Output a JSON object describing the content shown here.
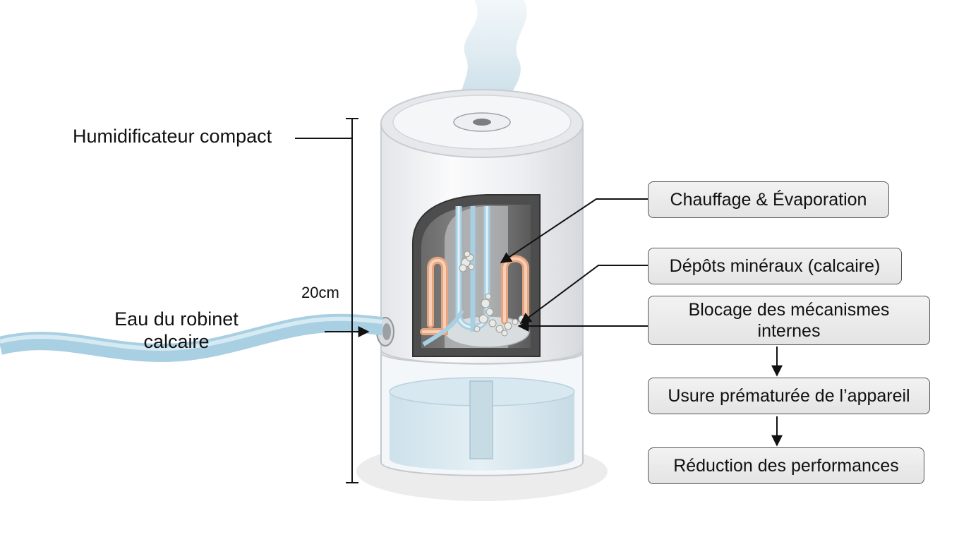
{
  "diagram": {
    "title_label": "Humidificateur compact",
    "height_label": "20cm",
    "water_label_line1": "Eau du robinet",
    "water_label_line2": "calcaire",
    "boxes": {
      "heating": "Chauffage & Évaporation",
      "deposits": "Dépôts minéraux (calcaire)",
      "blocking_line1": "Blocage des mécanismes",
      "blocking_line2": "internes",
      "wear": "Usure prématurée de l’appareil",
      "performance": "Réduction des performances"
    }
  },
  "colors": {
    "water": "#a9cfe2",
    "heater_coil": "#e6a57e",
    "body": "#f1f2f4",
    "chamber": "#5a5a5a"
  }
}
